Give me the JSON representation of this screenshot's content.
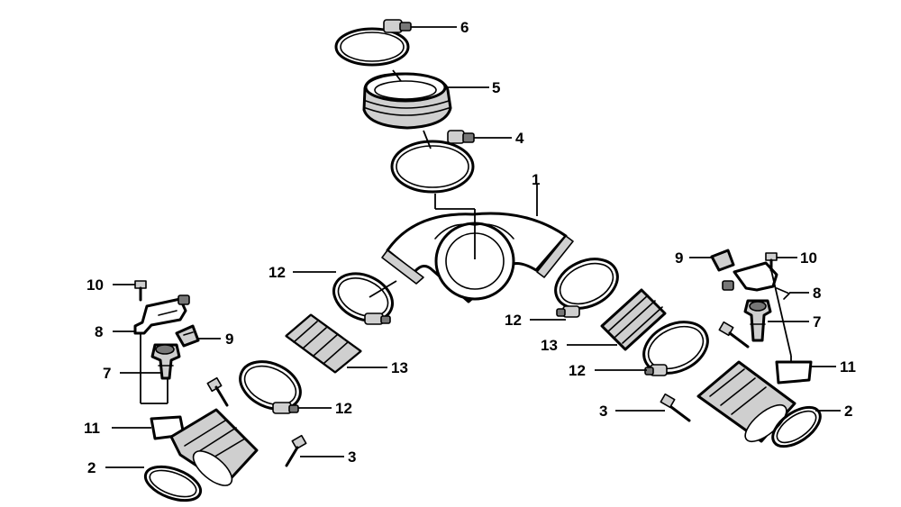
{
  "callouts": {
    "c1": "1",
    "c2_left": "2",
    "c2_right": "2",
    "c3_left": "3",
    "c3_right": "3",
    "c4": "4",
    "c5": "5",
    "c6": "6",
    "c7_left": "7",
    "c7_right": "7",
    "c8_left": "8",
    "c8_right": "8",
    "c9_left": "9",
    "c9_right": "9",
    "c10_left": "10",
    "c10_right": "10",
    "c11_left": "11",
    "c11_right": "11",
    "c12_upper_left": "12",
    "c12_lower_left": "12",
    "c12_upper_right": "12",
    "c12_lower_right": "12",
    "c13_left": "13",
    "c13_right": "13"
  }
}
